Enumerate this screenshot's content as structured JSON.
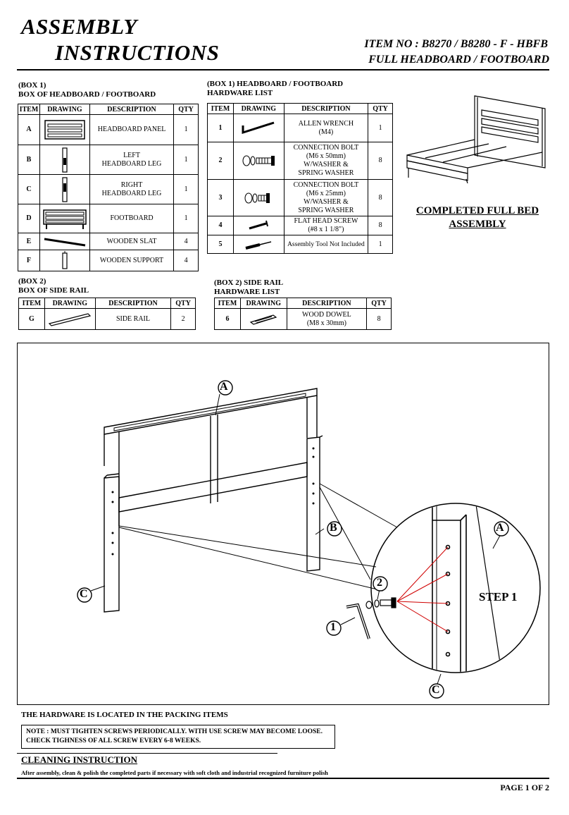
{
  "header": {
    "title_line1": "ASSEMBLY",
    "title_line2": "INSTRUCTIONS",
    "item_no": "ITEM NO : B8270 / B8280 - F - HBFB",
    "item_sub": "FULL HEADBOARD / FOOTBOARD"
  },
  "box1": {
    "label": "(BOX 1)",
    "title": "BOX OF HEADBOARD / FOOTBOARD",
    "columns": [
      "ITEM",
      "DRAWING",
      "DESCRIPTION",
      "QTY"
    ],
    "rows": [
      {
        "item": "A",
        "desc": "HEADBOARD PANEL",
        "qty": "1"
      },
      {
        "item": "B",
        "desc": "LEFT\nHEADBOARD LEG",
        "qty": "1"
      },
      {
        "item": "C",
        "desc": "RIGHT\nHEADBOARD LEG",
        "qty": "1"
      },
      {
        "item": "D",
        "desc": "FOOTBOARD",
        "qty": "1"
      },
      {
        "item": "E",
        "desc": "WOODEN SLAT",
        "qty": "4"
      },
      {
        "item": "F",
        "desc": "WOODEN SUPPORT",
        "qty": "4"
      }
    ]
  },
  "box1_hw": {
    "label": "(BOX 1) HEADBOARD / FOOTBOARD",
    "title": "HARDWARE LIST",
    "columns": [
      "ITEM",
      "DRAWING",
      "DESCRIPTION",
      "QTY"
    ],
    "rows": [
      {
        "item": "1",
        "desc": "ALLEN WRENCH\n(M4)",
        "qty": "1"
      },
      {
        "item": "2",
        "desc": "CONNECTION BOLT\n(M6 x 50mm)\nW/WASHER &\nSPRING WASHER",
        "qty": "8"
      },
      {
        "item": "3",
        "desc": "CONNECTION BOLT\n(M6 x 25mm)\nW/WASHER &\nSPRING WASHER",
        "qty": "8"
      },
      {
        "item": "4",
        "desc": "FLAT HEAD SCREW\n(#8 x 1 1/8\")",
        "qty": "8"
      },
      {
        "item": "5",
        "desc": "Assembly Tool Not Included",
        "qty": "1"
      }
    ]
  },
  "box2": {
    "label": "(BOX 2)",
    "title": "BOX OF SIDE RAIL",
    "columns": [
      "ITEM",
      "DRAWING",
      "DESCRIPTION",
      "QTY"
    ],
    "rows": [
      {
        "item": "G",
        "desc": "SIDE RAIL",
        "qty": "2"
      }
    ]
  },
  "box2_hw": {
    "label": "(BOX 2) SIDE RAIL",
    "title": "HARDWARE LIST",
    "columns": [
      "ITEM",
      "DRAWING",
      "DESCRIPTION",
      "QTY"
    ],
    "rows": [
      {
        "item": "6",
        "desc": "WOOD DOWEL\n(M8 x 30mm)",
        "qty": "8"
      }
    ]
  },
  "completed": "COMPLETED FULL BED\nASSEMBLY",
  "diagram": {
    "callouts": [
      "A",
      "B",
      "C",
      "1",
      "2"
    ],
    "step": "STEP 1"
  },
  "footer": {
    "hardware_located": "THE HARDWARE IS LOCATED IN THE PACKING ITEMS",
    "note_line1": "NOTE : MUST TIGHTEN SCREWS PERIODICALLY. WITH USE SCREW MAY BECOME LOOSE.",
    "note_line2": "CHECK TIGHNESS OF ALL SCREW EVERY 6-8 WEEKS.",
    "cleaning_title": "CLEANING INSTRUCTION",
    "cleaning_text": "After assembly, clean & polish the completed parts if necessary with soft cloth and industrial recognized furniture polish",
    "page": "PAGE 1 OF 2"
  }
}
